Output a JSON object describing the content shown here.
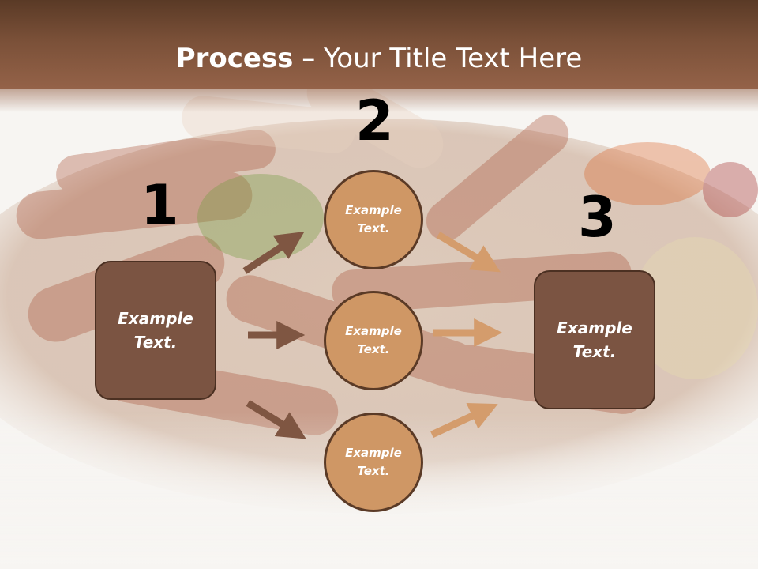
{
  "header": {
    "title_bold": "Process",
    "title_rest": " – Your Title Text Here"
  },
  "steps": {
    "number_1": "1",
    "number_2": "2",
    "number_3": "3"
  },
  "left_box": {
    "label": "Example Text."
  },
  "circles": [
    {
      "label": "Example Text."
    },
    {
      "label": "Example Text."
    },
    {
      "label": "Example Text."
    }
  ],
  "right_box": {
    "label": "Example Text."
  },
  "colors": {
    "banner": "#7a5038",
    "box": "#7b5442",
    "circle": "#cf9765",
    "arrow_dark": "#7f5642",
    "arrow_light": "#d49c6c"
  }
}
